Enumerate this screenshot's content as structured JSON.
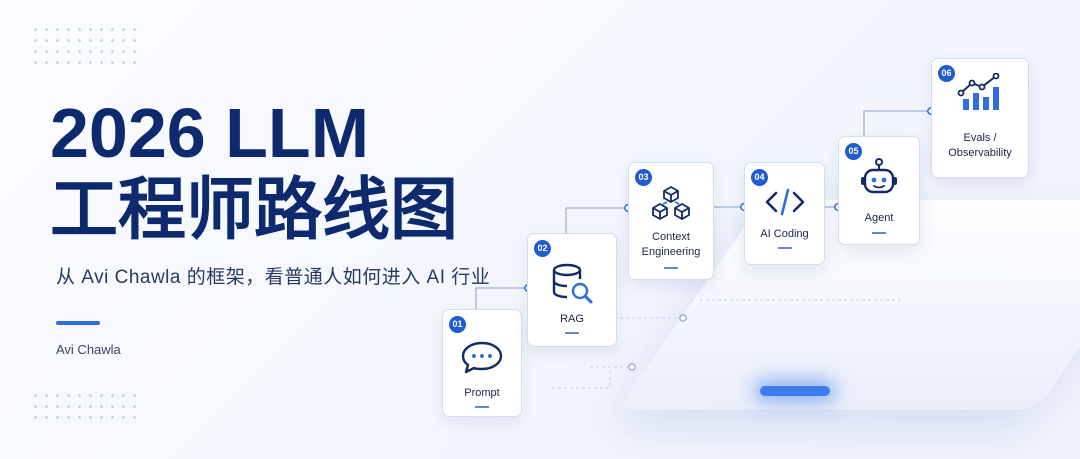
{
  "title_line1": "2026 LLM",
  "title_line2": "工程师路线图",
  "subtitle": "从 Avi Chawla 的框架，看普通人如何进入 AI 行业",
  "author": "Avi Chawla",
  "accent_color": "#1f5ccf",
  "steps": [
    {
      "number": "01",
      "label": "Prompt",
      "icon": "chat-bubble-icon"
    },
    {
      "number": "02",
      "label": "RAG",
      "icon": "database-search-icon"
    },
    {
      "number": "03",
      "label": "Context\nEngineering",
      "icon": "cubes-icon"
    },
    {
      "number": "04",
      "label": "AI Coding",
      "icon": "code-icon"
    },
    {
      "number": "05",
      "label": "Agent",
      "icon": "robot-icon"
    },
    {
      "number": "06",
      "label": "Evals /\nObservability",
      "icon": "bar-chart-icon"
    }
  ]
}
